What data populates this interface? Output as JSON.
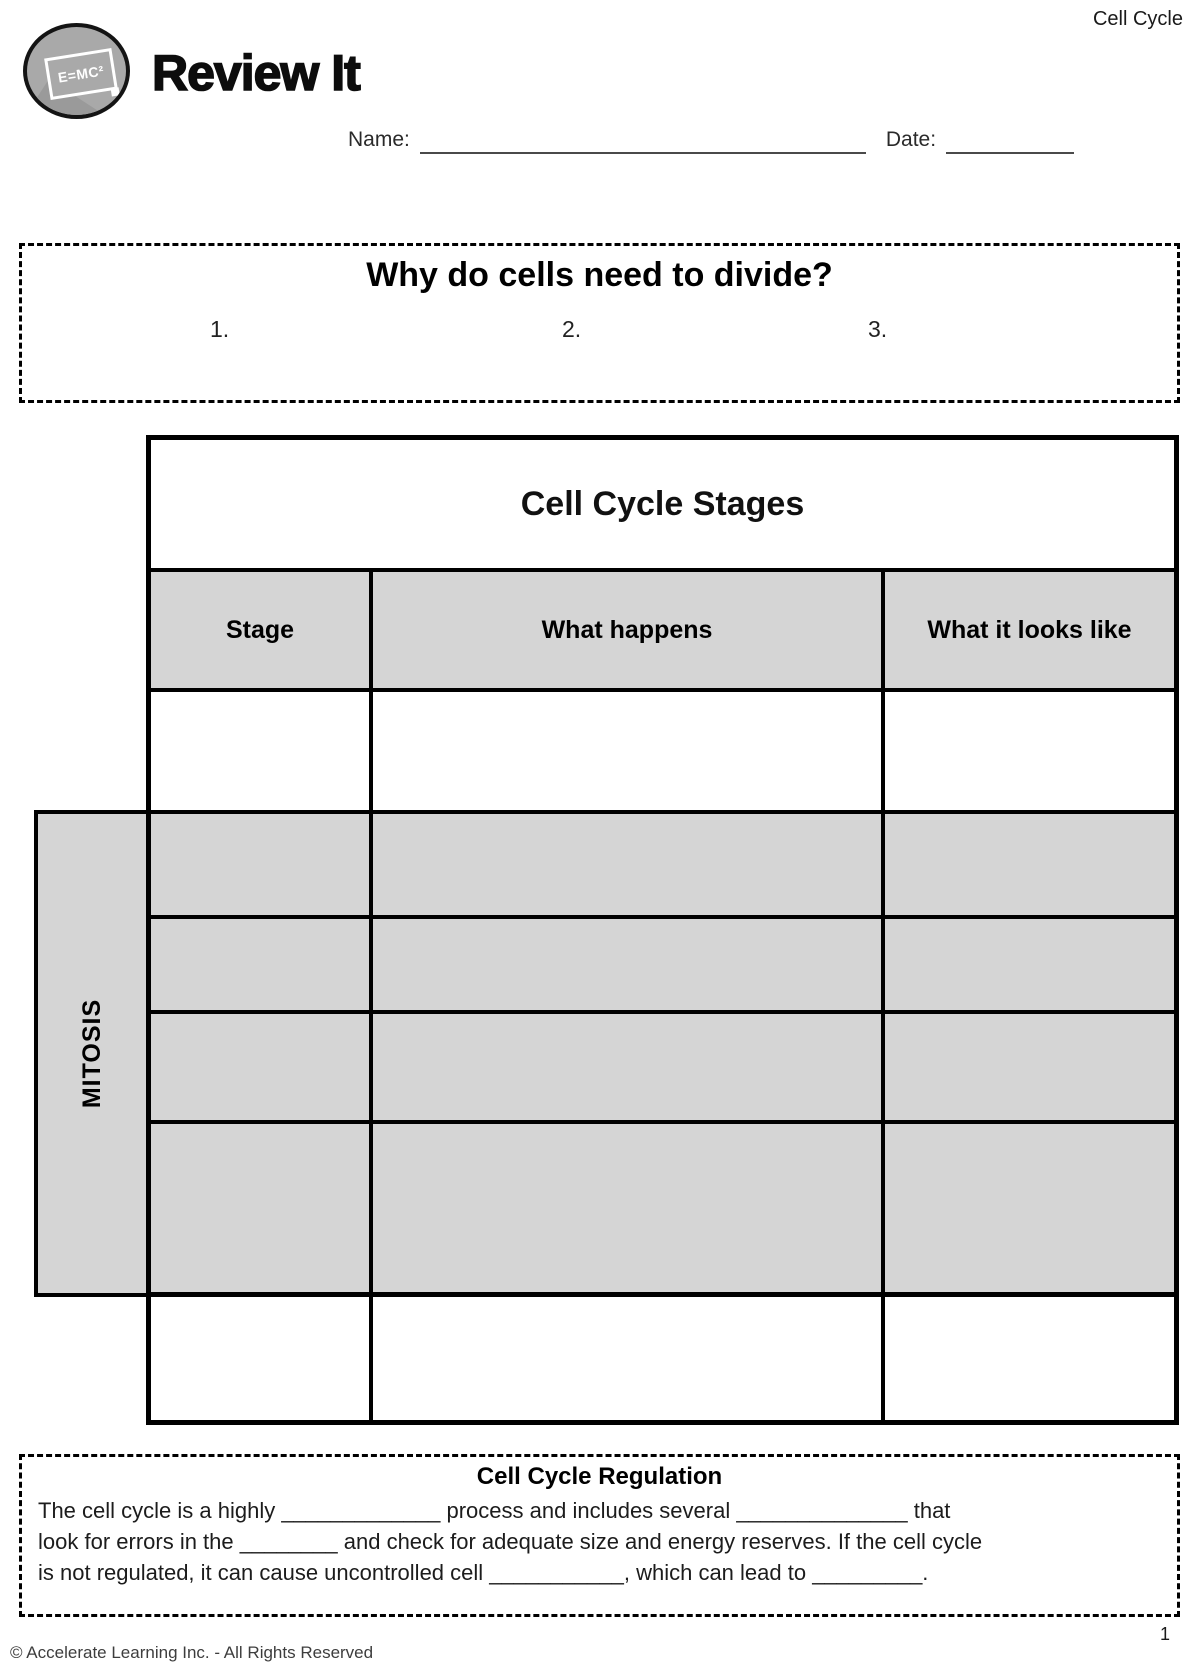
{
  "header": {
    "course_label": "Cell Cycle",
    "logo_text": "E=MC²",
    "title": "Review It",
    "name_label": "Name:",
    "date_label": "Date:"
  },
  "divide_box": {
    "title": "Why do cells need to divide?",
    "items": [
      "1.",
      "2.",
      "3."
    ]
  },
  "stages_table": {
    "title": "Cell Cycle Stages",
    "columns": [
      "Stage",
      "What happens",
      "What it looks like"
    ],
    "side_label": "MITOSIS",
    "row_shading": [
      "white",
      "gray",
      "gray",
      "gray",
      "gray",
      "white"
    ]
  },
  "regulation_box": {
    "title": "Cell Cycle Regulation",
    "lines": [
      "The cell cycle is a highly _____________ process and includes several ______________  that",
      "look for errors in the ________ and check for adequate size and energy reserves. If the cell cycle",
      "is not regulated, it can cause uncontrolled cell ___________, which can lead to _________."
    ]
  },
  "footer": {
    "copyright": "© Accelerate Learning Inc. - All Rights Reserved",
    "page_number": "1"
  },
  "colors": {
    "cell_shade": "#d5d5d5",
    "page_background": "#ffffff"
  }
}
